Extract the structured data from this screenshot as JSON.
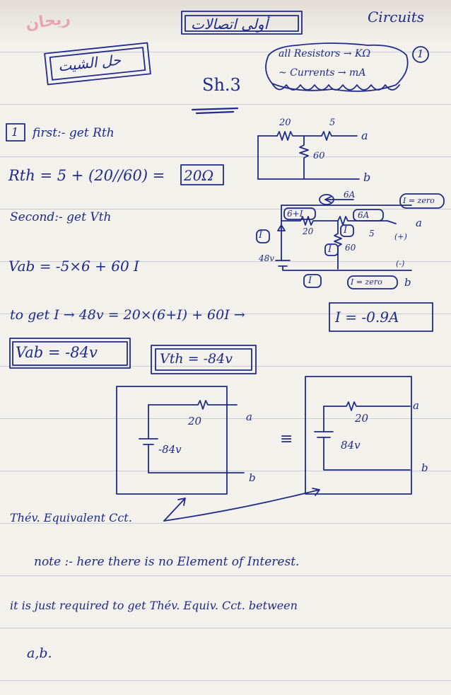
{
  "header": {
    "watermark": "ريحان",
    "title_arabic": "أولى اتصالات",
    "subject": "Circuits",
    "section_arabic": "حل الشيت",
    "sheet": "Sh.3",
    "units_line1": "all Resistors → KΩ",
    "units_line2": "~ Currents → mA",
    "problem_number": "1"
  },
  "step1": {
    "label": "1",
    "text": "first:- get Rth",
    "formula": "Rth = 5 + (20//60) =",
    "result": "20Ω"
  },
  "circuit1": {
    "r20": "20",
    "r5": "5",
    "r60": "60",
    "node_a": "a",
    "node_b": "b"
  },
  "step2": {
    "text": "Second:- get Vth"
  },
  "circuit2": {
    "source_current": "6A",
    "branch_current": "6+I",
    "current_6A": "6A",
    "current_i_zero_top": "I = zero",
    "r20": "20",
    "r5": "5",
    "r60": "60",
    "current_i": "I",
    "voltage_source": "48v",
    "plus": "(+)",
    "minus": "(-)",
    "current_i_zero_bottom": "I = zero",
    "node_a": "a",
    "node_b": "b"
  },
  "equations": {
    "vab": "Vab = -5×6 + 60 I",
    "to_get": "to get I → 48v = 20×(6+I) + 60I →",
    "i_result": "I = -0.9A",
    "vab_result": "Vab = -84v",
    "vth_result": "Vth = -84v"
  },
  "thevenin": {
    "r1": "20",
    "v1": "-84v",
    "a1": "a",
    "b1": "b",
    "equiv": "≡",
    "r2": "20",
    "v2": "84v",
    "a2": "a",
    "b2": "b",
    "label": "Thév. Equivalent Cct."
  },
  "note": {
    "line1": "note :- here there is no Element of Interest.",
    "line2": "it is just required to get Thév. Equiv. Cct. between",
    "line3": "a,b."
  }
}
